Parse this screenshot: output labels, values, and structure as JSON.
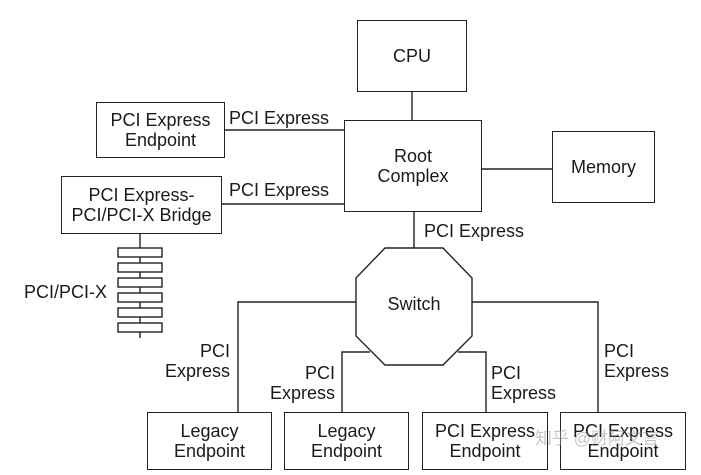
{
  "nodes": {
    "cpu": "CPU",
    "root_complex": [
      "Root",
      "Complex"
    ],
    "memory": "Memory",
    "endpoint_top": [
      "PCI Express",
      "Endpoint"
    ],
    "bridge": [
      "PCI Express-",
      "PCI/PCI-X Bridge"
    ],
    "switch": "Switch",
    "legacy1": [
      "Legacy",
      "Endpoint"
    ],
    "legacy2": [
      "Legacy",
      "Endpoint"
    ],
    "endpoint3": [
      "PCI Express",
      "Endpoint"
    ],
    "endpoint4": [
      "PCI Express",
      "Endpoint"
    ]
  },
  "links": {
    "endpoint_top": "PCI Express",
    "bridge": "PCI Express",
    "switch_up": "PCI Express",
    "legacy1": [
      "PCI",
      "Express"
    ],
    "legacy2": [
      "PCI",
      "Express"
    ],
    "endpoint3": [
      "PCI",
      "Express"
    ],
    "endpoint4": [
      "PCI",
      "Express"
    ]
  },
  "bus_label": "PCI/PCI-X",
  "watermark": "知乎 @财阿文言"
}
